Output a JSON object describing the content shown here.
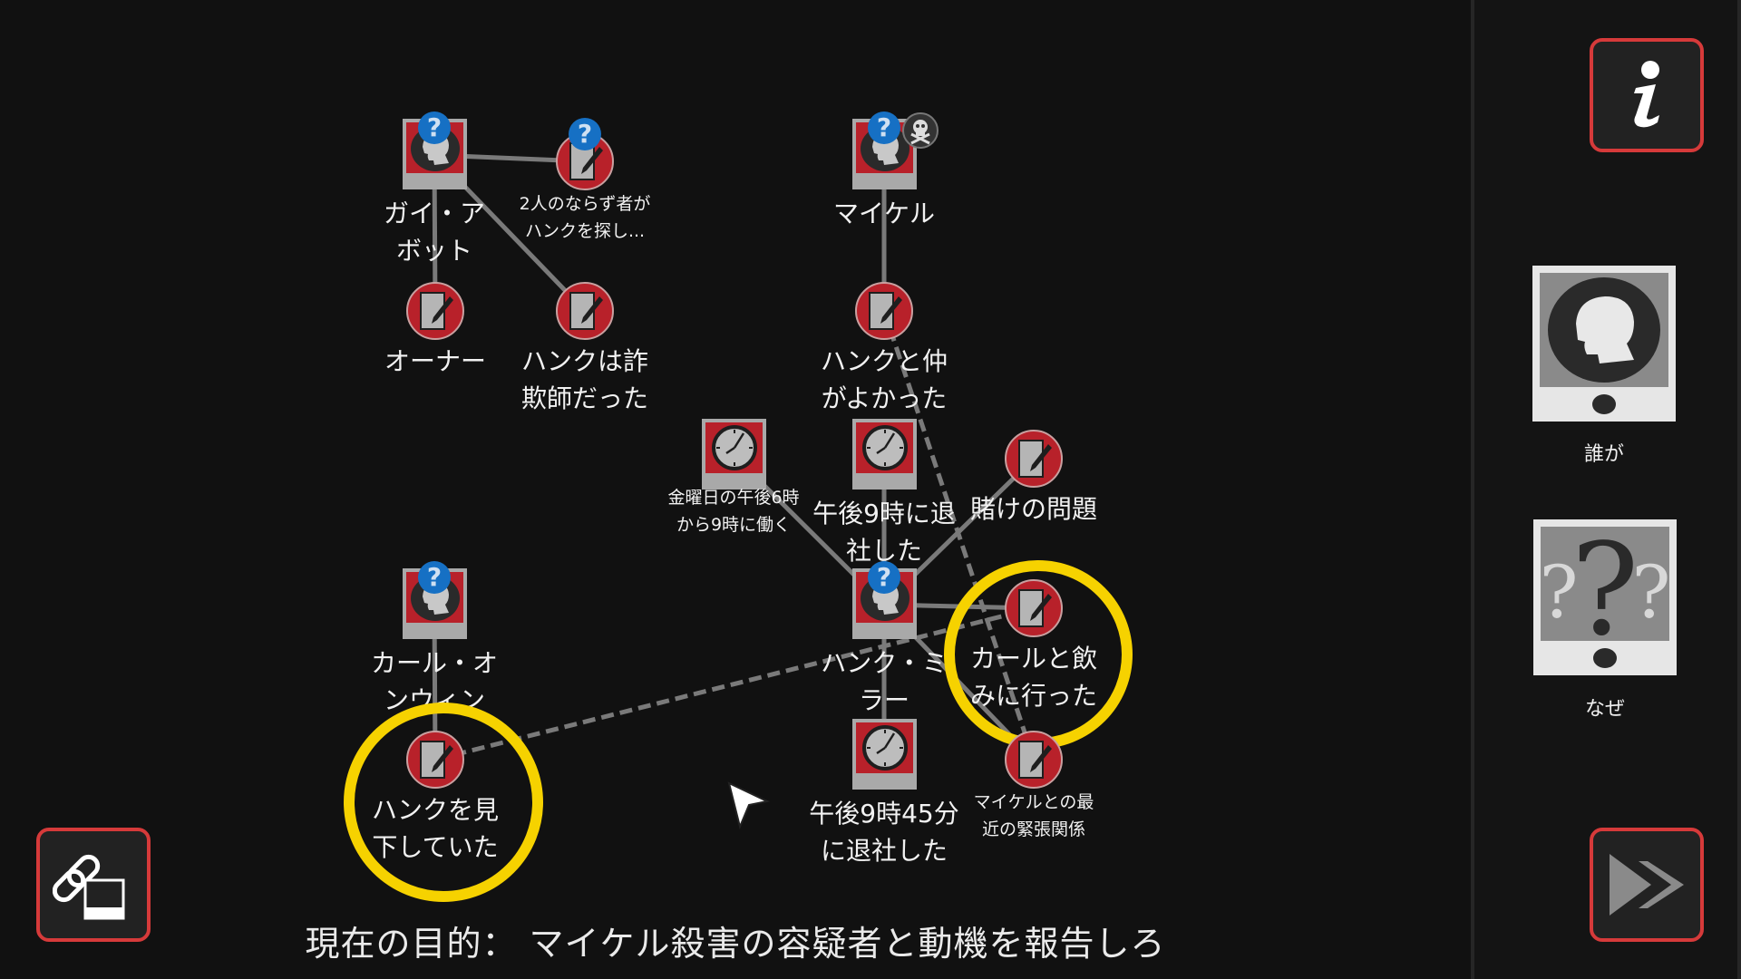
{
  "objective": "現在の目的： マイケル殺害の容疑者と動機を報告しろ",
  "nodes": [
    {
      "id": "guy",
      "type": "person",
      "label": "ガイ・ア\nボット",
      "badge": "?"
    },
    {
      "id": "thugs",
      "type": "note",
      "label": "2人のならず者が\nハンクを探し...",
      "badge": "?",
      "size": "small"
    },
    {
      "id": "owner",
      "type": "note",
      "label": "オーナー"
    },
    {
      "id": "fraud",
      "type": "note",
      "label": "ハンクは詐\n欺師だった"
    },
    {
      "id": "michael",
      "type": "person",
      "label": "マイケル",
      "badge": "?",
      "dead": true
    },
    {
      "id": "friends",
      "type": "note",
      "label": "ハンクと仲\nがよかった"
    },
    {
      "id": "friday",
      "type": "time",
      "label": "金曜日の午後6時\nから9時に働く",
      "size": "small"
    },
    {
      "id": "left9",
      "type": "time",
      "label": "午後9時に退\n社した"
    },
    {
      "id": "gamble",
      "type": "note",
      "label": "賭けの問題"
    },
    {
      "id": "hank",
      "type": "person",
      "label": "ハンク・ミ\nラー",
      "badge": "?"
    },
    {
      "id": "drinks",
      "type": "note",
      "label": "カールと飲\nみに行った",
      "highlighted": true
    },
    {
      "id": "karl",
      "type": "person",
      "label": "カール・オ\nンウィン",
      "badge": "?"
    },
    {
      "id": "lookdown",
      "type": "note",
      "label": "ハンクを見\n下していた",
      "highlighted": true
    },
    {
      "id": "left945",
      "type": "time",
      "label": "午後9時45分\nに退社した"
    },
    {
      "id": "tension",
      "type": "note",
      "label": "マイケルとの最\n近の緊張関係",
      "size": "small"
    }
  ],
  "edges": [
    {
      "from": "guy",
      "to": "thugs",
      "style": "solid"
    },
    {
      "from": "guy",
      "to": "owner",
      "style": "solid"
    },
    {
      "from": "guy",
      "to": "fraud",
      "style": "solid"
    },
    {
      "from": "michael",
      "to": "friends",
      "style": "solid"
    },
    {
      "from": "hank",
      "to": "friday",
      "style": "solid"
    },
    {
      "from": "hank",
      "to": "left9",
      "style": "solid"
    },
    {
      "from": "hank",
      "to": "gamble",
      "style": "solid"
    },
    {
      "from": "hank",
      "to": "drinks",
      "style": "solid"
    },
    {
      "from": "hank",
      "to": "left945",
      "style": "solid"
    },
    {
      "from": "hank",
      "to": "tension",
      "style": "solid"
    },
    {
      "from": "karl",
      "to": "lookdown",
      "style": "solid"
    },
    {
      "from": "friends",
      "to": "tension",
      "style": "dashed"
    },
    {
      "from": "lookdown",
      "to": "drinks",
      "style": "dashed"
    }
  ],
  "panel": {
    "who_label": "誰が",
    "why_label": "なぜ",
    "why_icon": "question-marks-icon",
    "who_icon": "head-silhouette-icon"
  },
  "colors": {
    "accent": "#d63a3a",
    "highlight": "#f6d200",
    "node_red": "#b8212a",
    "badge_blue": "#1670c4"
  }
}
